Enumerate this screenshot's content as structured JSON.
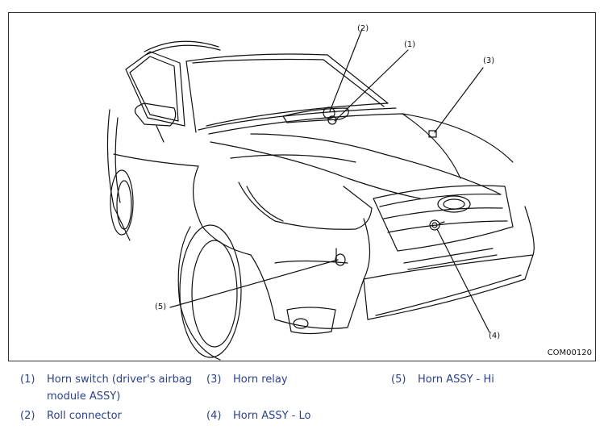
{
  "figure": {
    "figure_id": "COM00120",
    "callouts": {
      "c1": "(1)",
      "c2": "(2)",
      "c3": "(3)",
      "c4": "(4)",
      "c5": "(5)"
    }
  },
  "legend": [
    {
      "num": "(1)",
      "line1": "Horn switch (driver's airbag",
      "line2": "module ASSY)"
    },
    {
      "num": "(2)",
      "line1": "Roll connector"
    },
    {
      "num": "(3)",
      "line1": "Horn relay"
    },
    {
      "num": "(4)",
      "line1": "Horn ASSY - Lo"
    },
    {
      "num": "(5)",
      "line1": "Horn ASSY - Hi"
    }
  ],
  "colors": {
    "legend_text": "#2a3f9a",
    "line_art": "#111111"
  }
}
